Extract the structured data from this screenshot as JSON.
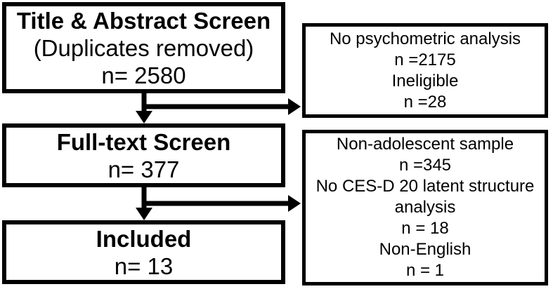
{
  "diagram": {
    "boxes": {
      "title_abstract": {
        "title": "Title & Abstract Screen",
        "subtitle": "(Duplicates removed)",
        "count": "n= 2580"
      },
      "fulltext": {
        "title": "Full-text Screen",
        "count": "n= 377"
      },
      "included": {
        "title": "Included",
        "count": "n= 13"
      },
      "excluded_title_abstract": {
        "line1": "No psychometric analysis",
        "line2": "n =2175",
        "line3": "Ineligible",
        "line4": "n =28"
      },
      "excluded_fulltext": {
        "line1": "Non-adolescent sample",
        "line2": "n =345",
        "line3": "No CES-D 20 latent structure analysis",
        "line4": "n = 18",
        "line5": "Non-English",
        "line6": "n = 1"
      }
    },
    "colors": {
      "border": "#000000",
      "background": "#ffffff",
      "text": "#000000",
      "arrow": "#000000"
    }
  }
}
